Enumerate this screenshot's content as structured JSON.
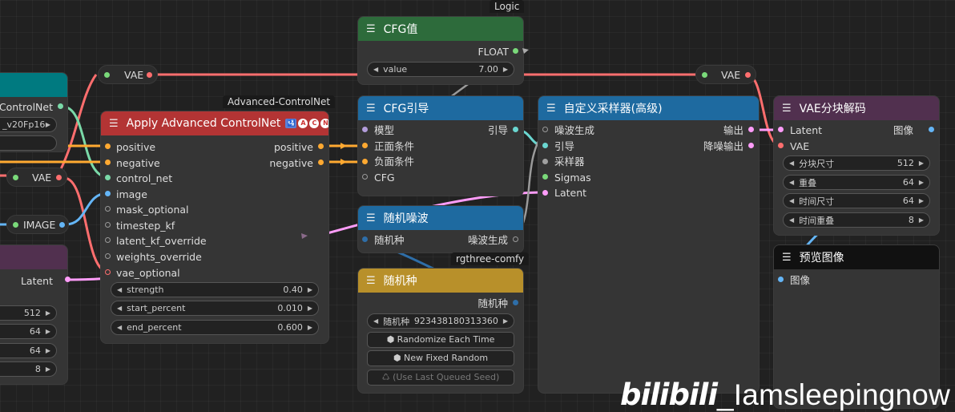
{
  "colors": {
    "canvas_bg": "#212121",
    "vae_wire": "#ff6e6e",
    "image_wire": "#64b5f6",
    "latent_wire": "#ff9cf9",
    "conditioning_wire": "#ffa931",
    "controlnet_wire": "#7ad9a8",
    "header_red": "#b33434",
    "header_blue": "#1e6aa0",
    "header_green": "#2d6b3b",
    "header_gold": "#b8902a",
    "header_purple": "#51304f"
  },
  "left_partial": {
    "controlnet_output": "ControlNet",
    "model_name": "_v20Fp16....",
    "latent_output": "Latent",
    "vals": [
      "512",
      "64",
      "64",
      "8"
    ]
  },
  "reroutes": {
    "vae_top_left": "VAE",
    "vae_left": "VAE",
    "image_left": "IMAGE",
    "vae_top_right": "VAE"
  },
  "apply_cn": {
    "group_tag": "Advanced-ControlNet",
    "title": "Apply Advanced ControlNet",
    "badges": [
      "🛂",
      "A",
      "C",
      "N"
    ],
    "inputs": [
      "positive",
      "negative",
      "control_net",
      "image",
      "mask_optional",
      "timestep_kf",
      "latent_kf_override",
      "weights_override",
      "vae_optional"
    ],
    "outputs": [
      "positive",
      "negative"
    ],
    "widgets": [
      {
        "label": "strength",
        "value": "0.40"
      },
      {
        "label": "start_percent",
        "value": "0.010"
      },
      {
        "label": "end_percent",
        "value": "0.600"
      }
    ]
  },
  "cfg_value": {
    "group_tag": "Logic",
    "title": "CFG值",
    "output": "FLOAT",
    "widget": {
      "label": "value",
      "value": "7.00"
    }
  },
  "cfg_guider": {
    "title": "CFG引导",
    "inputs": [
      "模型",
      "正面条件",
      "负面条件",
      "CFG"
    ],
    "output": "引导"
  },
  "random_noise": {
    "title": "随机噪波",
    "input": "随机种",
    "output": "噪波生成"
  },
  "seed_node": {
    "group_tag": "rgthree-comfy",
    "title": "随机种",
    "output": "随机种",
    "widget": {
      "label": "随机种",
      "value": "923438180313360"
    },
    "buttons": [
      "⬢ Randomize Each Time",
      "⬢ New Fixed Random",
      "♺ (Use Last Queued Seed)"
    ]
  },
  "custom_sampler": {
    "title": "自定义采样器(高级)",
    "inputs": [
      "噪波生成",
      "引导",
      "采样器",
      "Sigmas",
      "Latent"
    ],
    "outputs": [
      "输出",
      "降噪输出"
    ]
  },
  "vae_decode": {
    "title": "VAE分块解码",
    "inputs": [
      "Latent",
      "VAE"
    ],
    "output": "图像",
    "widgets": [
      {
        "label": "分块尺寸",
        "value": "512"
      },
      {
        "label": "重叠",
        "value": "64"
      },
      {
        "label": "时间尺寸",
        "value": "64"
      },
      {
        "label": "时间重叠",
        "value": "8"
      }
    ]
  },
  "preview": {
    "title": "预览图像",
    "input": "图像"
  },
  "watermark": {
    "logo": "bilibili",
    "handle": "_Iamsleepingnow"
  }
}
